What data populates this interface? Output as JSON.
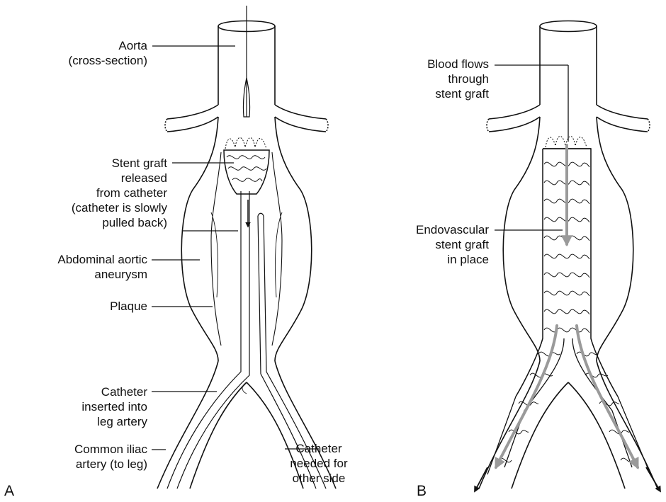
{
  "panel_a": {
    "letter": "A",
    "labels": {
      "aorta": [
        "Aorta",
        "(cross-section)"
      ],
      "stent_released": [
        "Stent graft",
        "released",
        "from catheter",
        "(catheter is slowly",
        "pulled back)"
      ],
      "aneurysm": [
        "Abdominal aortic",
        "aneurysm"
      ],
      "plaque": [
        "Plaque"
      ],
      "catheter_inserted": [
        "Catheter",
        "inserted into",
        "leg artery"
      ],
      "iliac": [
        "Common iliac",
        "artery (to leg)"
      ],
      "catheter_other": [
        "Catheter",
        "needed for",
        "other side"
      ]
    }
  },
  "panel_b": {
    "letter": "B",
    "labels": {
      "blood_flows": [
        "Blood flows",
        "through",
        "stent graft"
      ],
      "stent_in_place": [
        "Endovascular",
        "stent graft",
        "in place"
      ]
    }
  },
  "colors": {
    "line": "#111111",
    "flow_arrow": "#9a9a9a",
    "background": "#ffffff"
  }
}
